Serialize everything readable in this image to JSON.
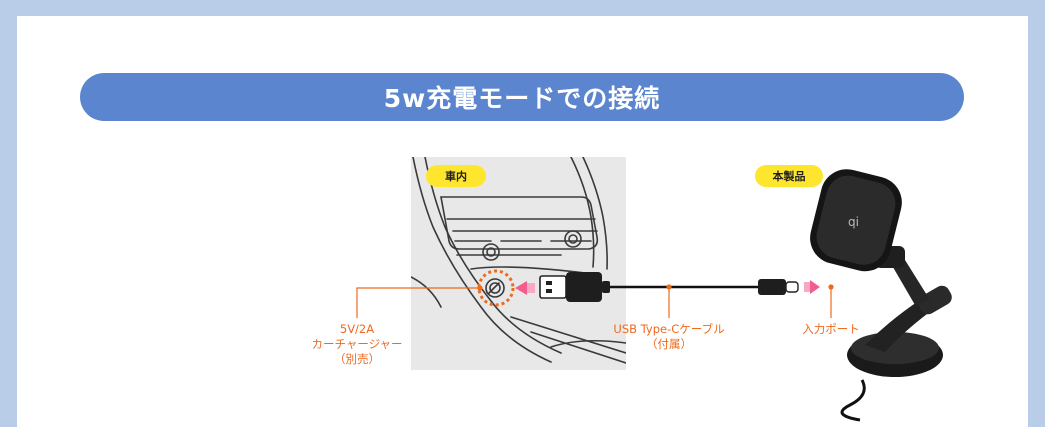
{
  "title": "5w充電モードでの接続",
  "badges": {
    "car": "車内",
    "product": "本製品"
  },
  "labels": {
    "charger": [
      "5V/2A",
      "カーチャージャー",
      "（別売）"
    ],
    "cable": [
      "USB Type-Cケーブル",
      "（付属）"
    ],
    "port": "入力ポート"
  },
  "colors": {
    "background": "#b9cde8",
    "banner": "#5b86cf",
    "badge": "#ffe62e",
    "callout": "#ee6a1d",
    "arrow": "#f25c8f"
  }
}
